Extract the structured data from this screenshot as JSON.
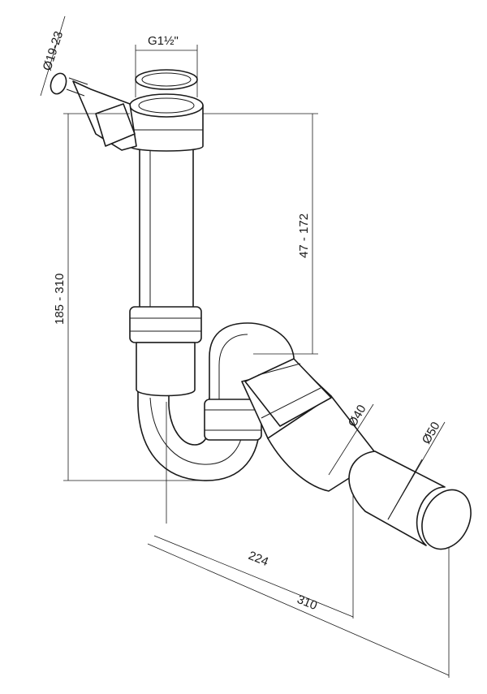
{
  "drawing": {
    "labels": {
      "hose_diameter": "Ø19-23",
      "thread": "G1½\"",
      "total_height": "185 - 310",
      "tube_adjust": "47 - 172",
      "trap_diameter": "Ø40",
      "outlet_diameter": "Ø50",
      "offset_short": "224",
      "offset_long": "310"
    }
  }
}
